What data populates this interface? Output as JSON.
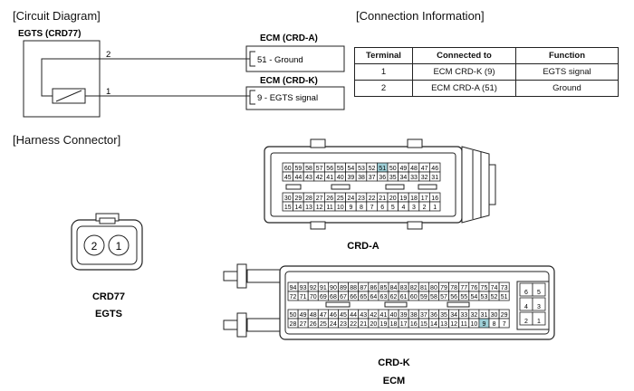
{
  "sections": {
    "circuit": "[Circuit Diagram]",
    "connection": "[Connection Information]",
    "harness": "[Harness Connector]"
  },
  "circuit": {
    "sensor_label": "EGTS (CRD77)",
    "pin2": "2",
    "pin1": "1",
    "ecm_a_title": "ECM (CRD-A)",
    "ecm_a_text": "51 - Ground",
    "ecm_k_title": "ECM (CRD-K)",
    "ecm_k_text": "9 - EGTS signal"
  },
  "table": {
    "headers": [
      "Terminal",
      "Connected to",
      "Function"
    ],
    "rows": [
      [
        "1",
        "ECM CRD-K (9)",
        "EGTS signal"
      ],
      [
        "2",
        "ECM CRD-A (51)",
        "Ground"
      ]
    ]
  },
  "connectors": {
    "crd77": {
      "name": "CRD77",
      "desc": "EGTS",
      "pins": [
        "2",
        "1"
      ]
    },
    "crda": {
      "name": "CRD-A",
      "highlight": "51",
      "rows": [
        [
          "60",
          "59",
          "58",
          "57",
          "56",
          "55",
          "54",
          "53",
          "52",
          "51",
          "50",
          "49",
          "48",
          "47",
          "46"
        ],
        [
          "45",
          "44",
          "43",
          "42",
          "41",
          "40",
          "39",
          "38",
          "37",
          "36",
          "35",
          "34",
          "33",
          "32",
          "31"
        ],
        [
          "30",
          "29",
          "28",
          "27",
          "26",
          "25",
          "24",
          "23",
          "22",
          "21",
          "20",
          "19",
          "18",
          "17",
          "16"
        ],
        [
          "15",
          "14",
          "13",
          "12",
          "11",
          "10",
          "9",
          "8",
          "7",
          "6",
          "5",
          "4",
          "3",
          "2",
          "1"
        ]
      ]
    },
    "crdk": {
      "name": "CRD-K",
      "desc": "ECM",
      "highlight": "9",
      "rows": [
        [
          "94",
          "93",
          "92",
          "91",
          "90",
          "89",
          "88",
          "87",
          "86",
          "85",
          "84",
          "83",
          "82",
          "81",
          "80",
          "79",
          "78",
          "77",
          "76",
          "75",
          "74",
          "73"
        ],
        [
          "72",
          "71",
          "70",
          "69",
          "68",
          "67",
          "66",
          "65",
          "64",
          "63",
          "62",
          "61",
          "60",
          "59",
          "58",
          "57",
          "56",
          "55",
          "54",
          "53",
          "52",
          "51"
        ],
        [
          "50",
          "49",
          "48",
          "47",
          "46",
          "45",
          "44",
          "43",
          "42",
          "41",
          "40",
          "39",
          "38",
          "37",
          "36",
          "35",
          "34",
          "33",
          "32",
          "31",
          "30",
          "29"
        ],
        [
          "28",
          "27",
          "26",
          "25",
          "24",
          "23",
          "22",
          "21",
          "20",
          "19",
          "18",
          "17",
          "16",
          "15",
          "14",
          "13",
          "12",
          "11",
          "10",
          "9",
          "8",
          "7"
        ]
      ],
      "side": [
        [
          "6",
          "5"
        ],
        [
          "4",
          "3"
        ],
        [
          "2",
          "1"
        ]
      ]
    }
  },
  "colors": {
    "highlight": "#9fd0d8",
    "line": "#222222"
  }
}
